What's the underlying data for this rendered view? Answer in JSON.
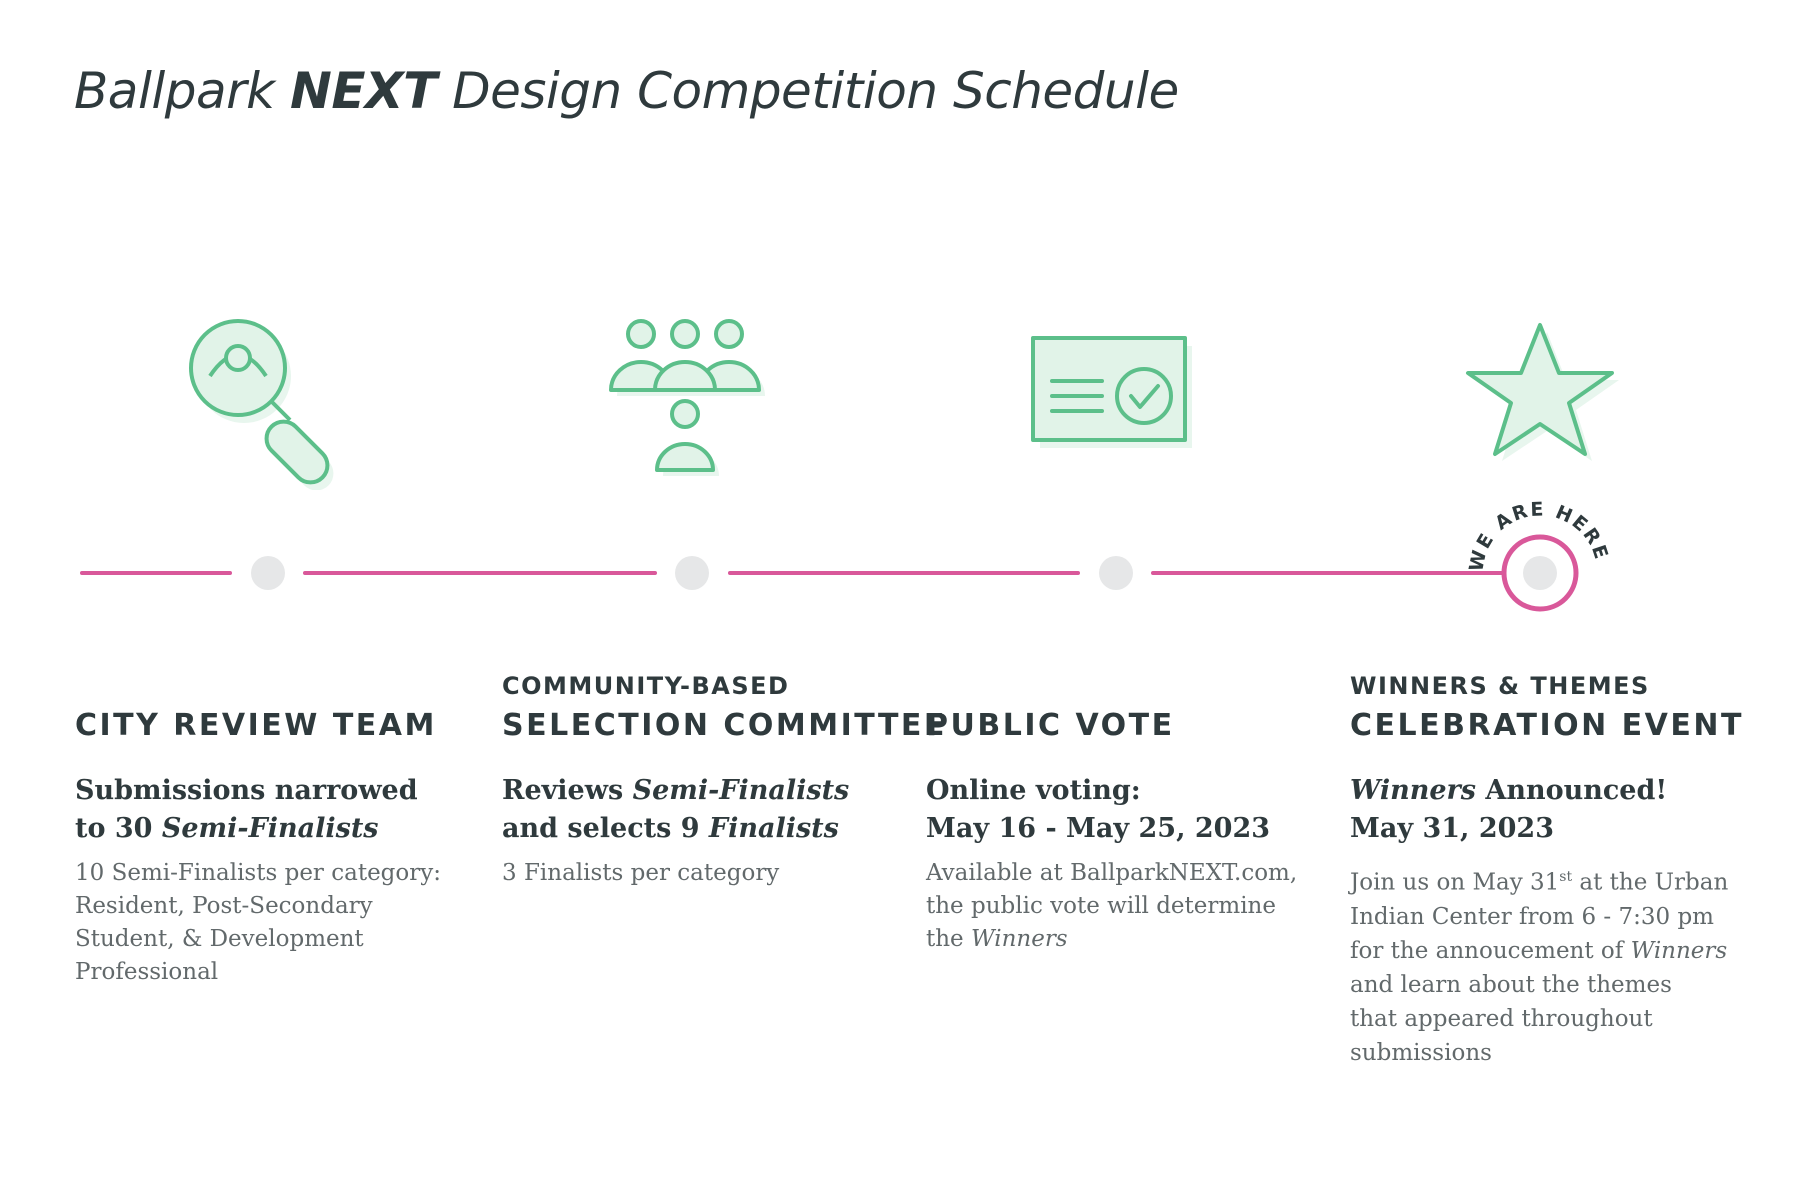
{
  "title": {
    "pre": "Ballpark ",
    "brand": "NEXT",
    "post": " Design Competition Schedule"
  },
  "current_marker": "WE ARE HERE!",
  "colors": {
    "line": "#d9589a",
    "milestone_dot": "#e6e7e8",
    "icon_stroke": "#5cbf8a",
    "icon_fill": "#e1f3e8",
    "icon_shadow": "#e8f6ee",
    "heading": "#2f3a3d",
    "body_text": "#62696b"
  },
  "stages": [
    {
      "icon": "magnifier-eye-icon",
      "label_pre": "",
      "label": "CITY REVIEW TEAM",
      "summary": [
        [
          {
            "t": "Submissions narrowed"
          }
        ],
        [
          {
            "t": "to 30 "
          },
          {
            "t": "Semi-Finalists",
            "it": true
          }
        ]
      ],
      "detail": [
        [
          {
            "t": "10 Semi-Finalists per category:"
          }
        ],
        [
          {
            "t": "Resident, Post-Secondary"
          }
        ],
        [
          {
            "t": "Student, & Development"
          }
        ],
        [
          {
            "t": "Professional"
          }
        ]
      ]
    },
    {
      "icon": "committee-group-icon",
      "label_pre": "COMMUNITY-BASED",
      "label": "SELECTION COMMITTEE",
      "summary": [
        [
          {
            "t": "Reviews "
          },
          {
            "t": "Semi-Finalists",
            "it": true
          }
        ],
        [
          {
            "t": "and selects 9 "
          },
          {
            "t": "Finalists",
            "it": true
          }
        ]
      ],
      "detail": [
        [
          {
            "t": "3 Finalists per category"
          }
        ]
      ]
    },
    {
      "icon": "ballot-check-icon",
      "label_pre": "",
      "label": "PUBLIC VOTE",
      "summary": [
        [
          {
            "t": "Online voting:"
          }
        ],
        [
          {
            "t": "May 16 - May 25, 2023"
          }
        ]
      ],
      "detail": [
        [
          {
            "t": "Available at BallparkNEXT.com,"
          }
        ],
        [
          {
            "t": "the public vote will determine"
          }
        ],
        [
          {
            "t": "the "
          },
          {
            "t": "Winners",
            "it": true
          }
        ]
      ]
    },
    {
      "icon": "star-icon",
      "label_pre": "WINNERS & THEMES",
      "label": "CELEBRATION EVENT",
      "summary": [
        [
          {
            "t": "Winners",
            "it": true
          },
          {
            "t": " Announced!"
          }
        ],
        [
          {
            "t": "May 31, 2023"
          }
        ]
      ],
      "detail": [
        [
          {
            "t": "Join us on May 31"
          },
          {
            "t": "st",
            "sup": true
          },
          {
            "t": " at the Urban"
          }
        ],
        [
          {
            "t": "Indian Center from 6 - 7:30 pm"
          }
        ],
        [
          {
            "t": "for the annoucement of "
          },
          {
            "t": "Winners",
            "it": true
          }
        ],
        [
          {
            "t": "and learn about the themes"
          }
        ],
        [
          {
            "t": "that appeared throughout"
          }
        ],
        [
          {
            "t": "submissions"
          }
        ]
      ]
    }
  ]
}
